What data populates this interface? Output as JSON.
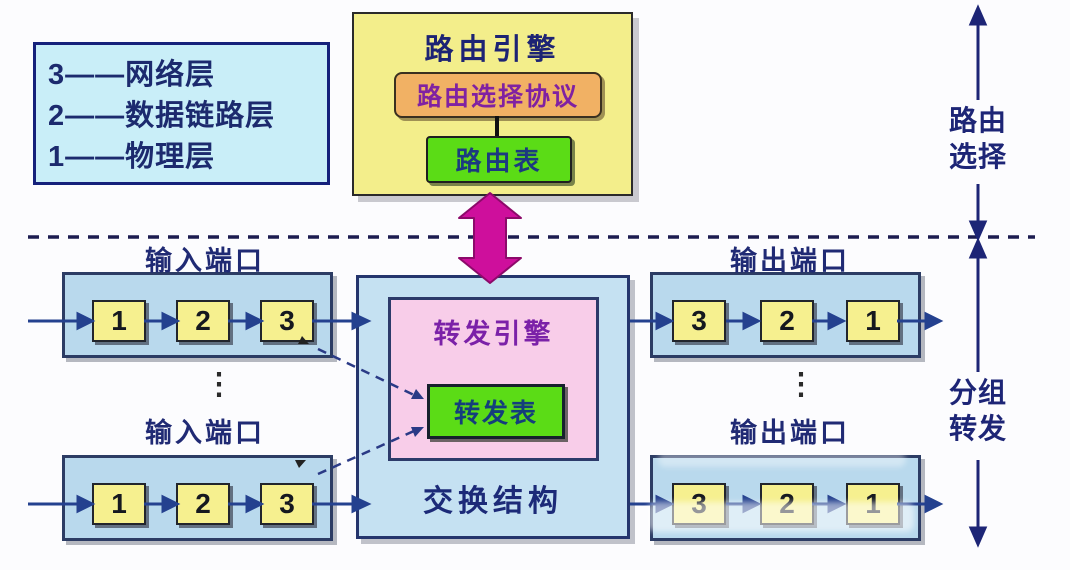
{
  "diagram": {
    "legend": {
      "lines": [
        "3——网络层",
        "2——数据链路层",
        "1——物理层"
      ]
    },
    "routing_engine": {
      "title": "路由引擎",
      "protocol_box": "路由选择协议",
      "table_box": "路由表"
    },
    "switching_fabric": {
      "title": "交换结构",
      "forwarding_engine": "转发引擎",
      "forwarding_table": "转发表"
    },
    "ports": {
      "input_label": "输入端口",
      "output_label": "输出端口",
      "input_stage_order": [
        "1",
        "2",
        "3"
      ],
      "output_stage_order": [
        "3",
        "2",
        "1"
      ],
      "ellipsis": "⋮"
    },
    "side_annotations": {
      "upper": "路由选择",
      "lower": "分组转发"
    },
    "colors": {
      "legend_bg": "#c9eef8",
      "routing_engine_bg": "#f3ee8b",
      "protocol_bg": "#f1b164",
      "table_bg": "#5bdc16",
      "fabric_bg": "#c5e1f2",
      "forwarding_engine_bg": "#f8cde9",
      "port_bg": "#b9d9ed",
      "stage_bg": "#f6f08f",
      "magenta_arrow": "#ce0f9c",
      "navy_text": "#1d2576",
      "purple_text": "#7b21a8",
      "arrow_blue": "#24418f"
    }
  }
}
